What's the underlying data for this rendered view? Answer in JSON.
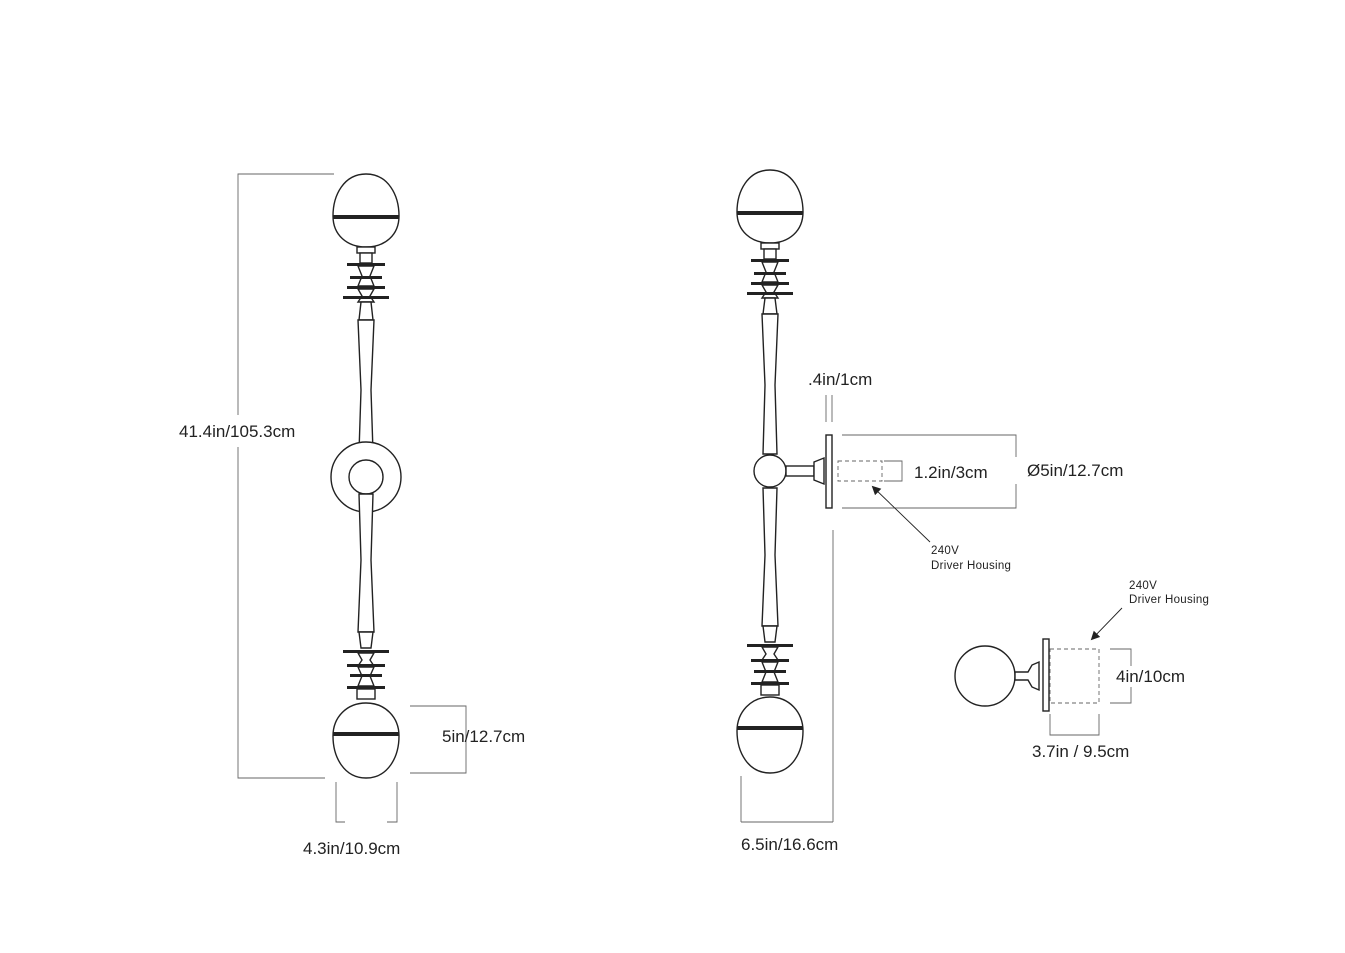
{
  "dimensions": {
    "front_height": "41.4in/105.3cm",
    "shade_height": "5in/12.7cm",
    "shade_width": "4.3in/10.9cm",
    "backplate_thickness": ".4in/1cm",
    "driver_depth": "1.2in/3cm",
    "backplate_diameter": "Ø5in/12.7cm",
    "side_projection": "6.5in/16.6cm",
    "driver_height": "4in/10cm",
    "driver_width": "3.7in / 9.5cm"
  },
  "notes": {
    "driver_housing_side_line1": "240V",
    "driver_housing_side_line2": "Driver Housing",
    "driver_housing_detail_line1": "240V",
    "driver_housing_detail_line2": "Driver Housing"
  },
  "colors": {
    "line": "#222222",
    "dimension_line": "#666666",
    "background": "#ffffff"
  }
}
